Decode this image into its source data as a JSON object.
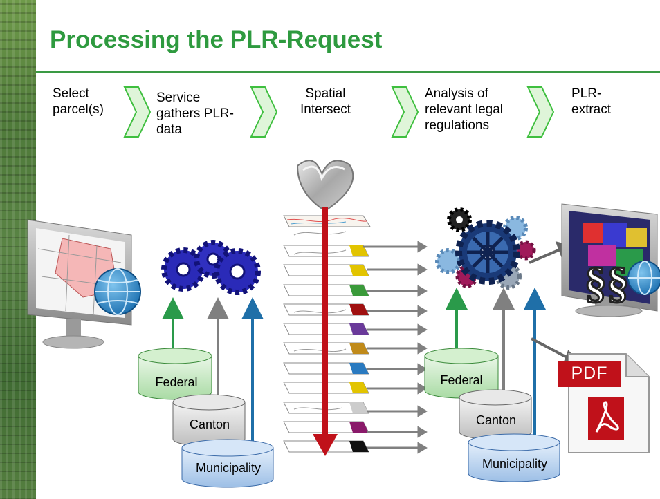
{
  "title": "Processing the PLR-Request",
  "steps": [
    {
      "label": "Select\nparcel(s)"
    },
    {
      "label": "Service\ngathers PLR-\ndata"
    },
    {
      "label": "Spatial\nIntersect"
    },
    {
      "label": "Analysis of\nrelevant legal\nregulations"
    },
    {
      "label": "PLR-\nextract"
    }
  ],
  "databases_left": {
    "federal": "Federal",
    "canton": "Canton",
    "municipality": "Municipality"
  },
  "databases_right": {
    "federal": "Federal",
    "canton": "Canton",
    "municipality": "Municipality"
  },
  "pdf_label": "PDF",
  "colors": {
    "title": "#2e9a3f",
    "green": "#2a9a4a",
    "gray": "#808080",
    "blue": "#1f6fa8",
    "red": "#c0111a",
    "chevron": "#3fbf3f"
  }
}
